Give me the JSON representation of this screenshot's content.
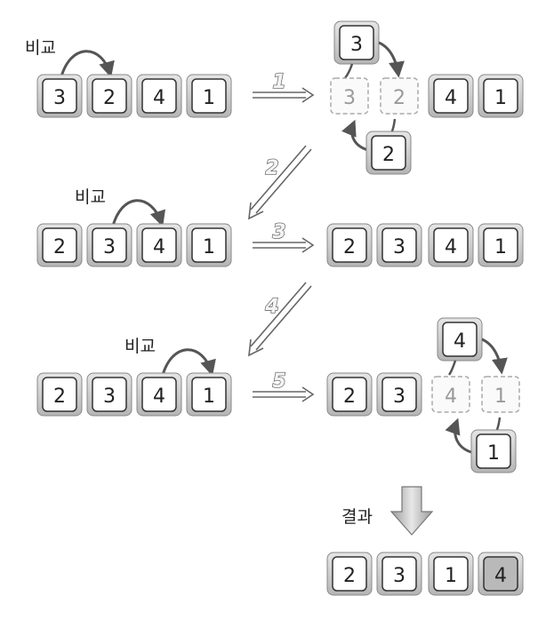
{
  "compare_label": "비교",
  "result_label": "결과",
  "steps": [
    "1",
    "2",
    "3",
    "4",
    "5"
  ],
  "rows": {
    "row1_left": [
      "3",
      "2",
      "4",
      "1"
    ],
    "row1_right": [
      "3",
      "2",
      "4",
      "1"
    ],
    "row1_swap_top": "3",
    "row1_swap_bottom": "2",
    "row2_left": [
      "2",
      "3",
      "4",
      "1"
    ],
    "row2_right": [
      "2",
      "3",
      "4",
      "1"
    ],
    "row3_left": [
      "2",
      "3",
      "4",
      "1"
    ],
    "row3_right": [
      "2",
      "3",
      "4",
      "1"
    ],
    "row3_swap_top": "4",
    "row3_swap_bottom": "1",
    "result": [
      "2",
      "3",
      "1",
      "4"
    ]
  },
  "colors": {
    "box_fill": "#ffffff",
    "box_frame": "#c9c9c9",
    "box_border": "#333333",
    "highlight_fill": "#b9b9b9",
    "arrow": "#555555",
    "ghost": "#9a9a9a"
  }
}
